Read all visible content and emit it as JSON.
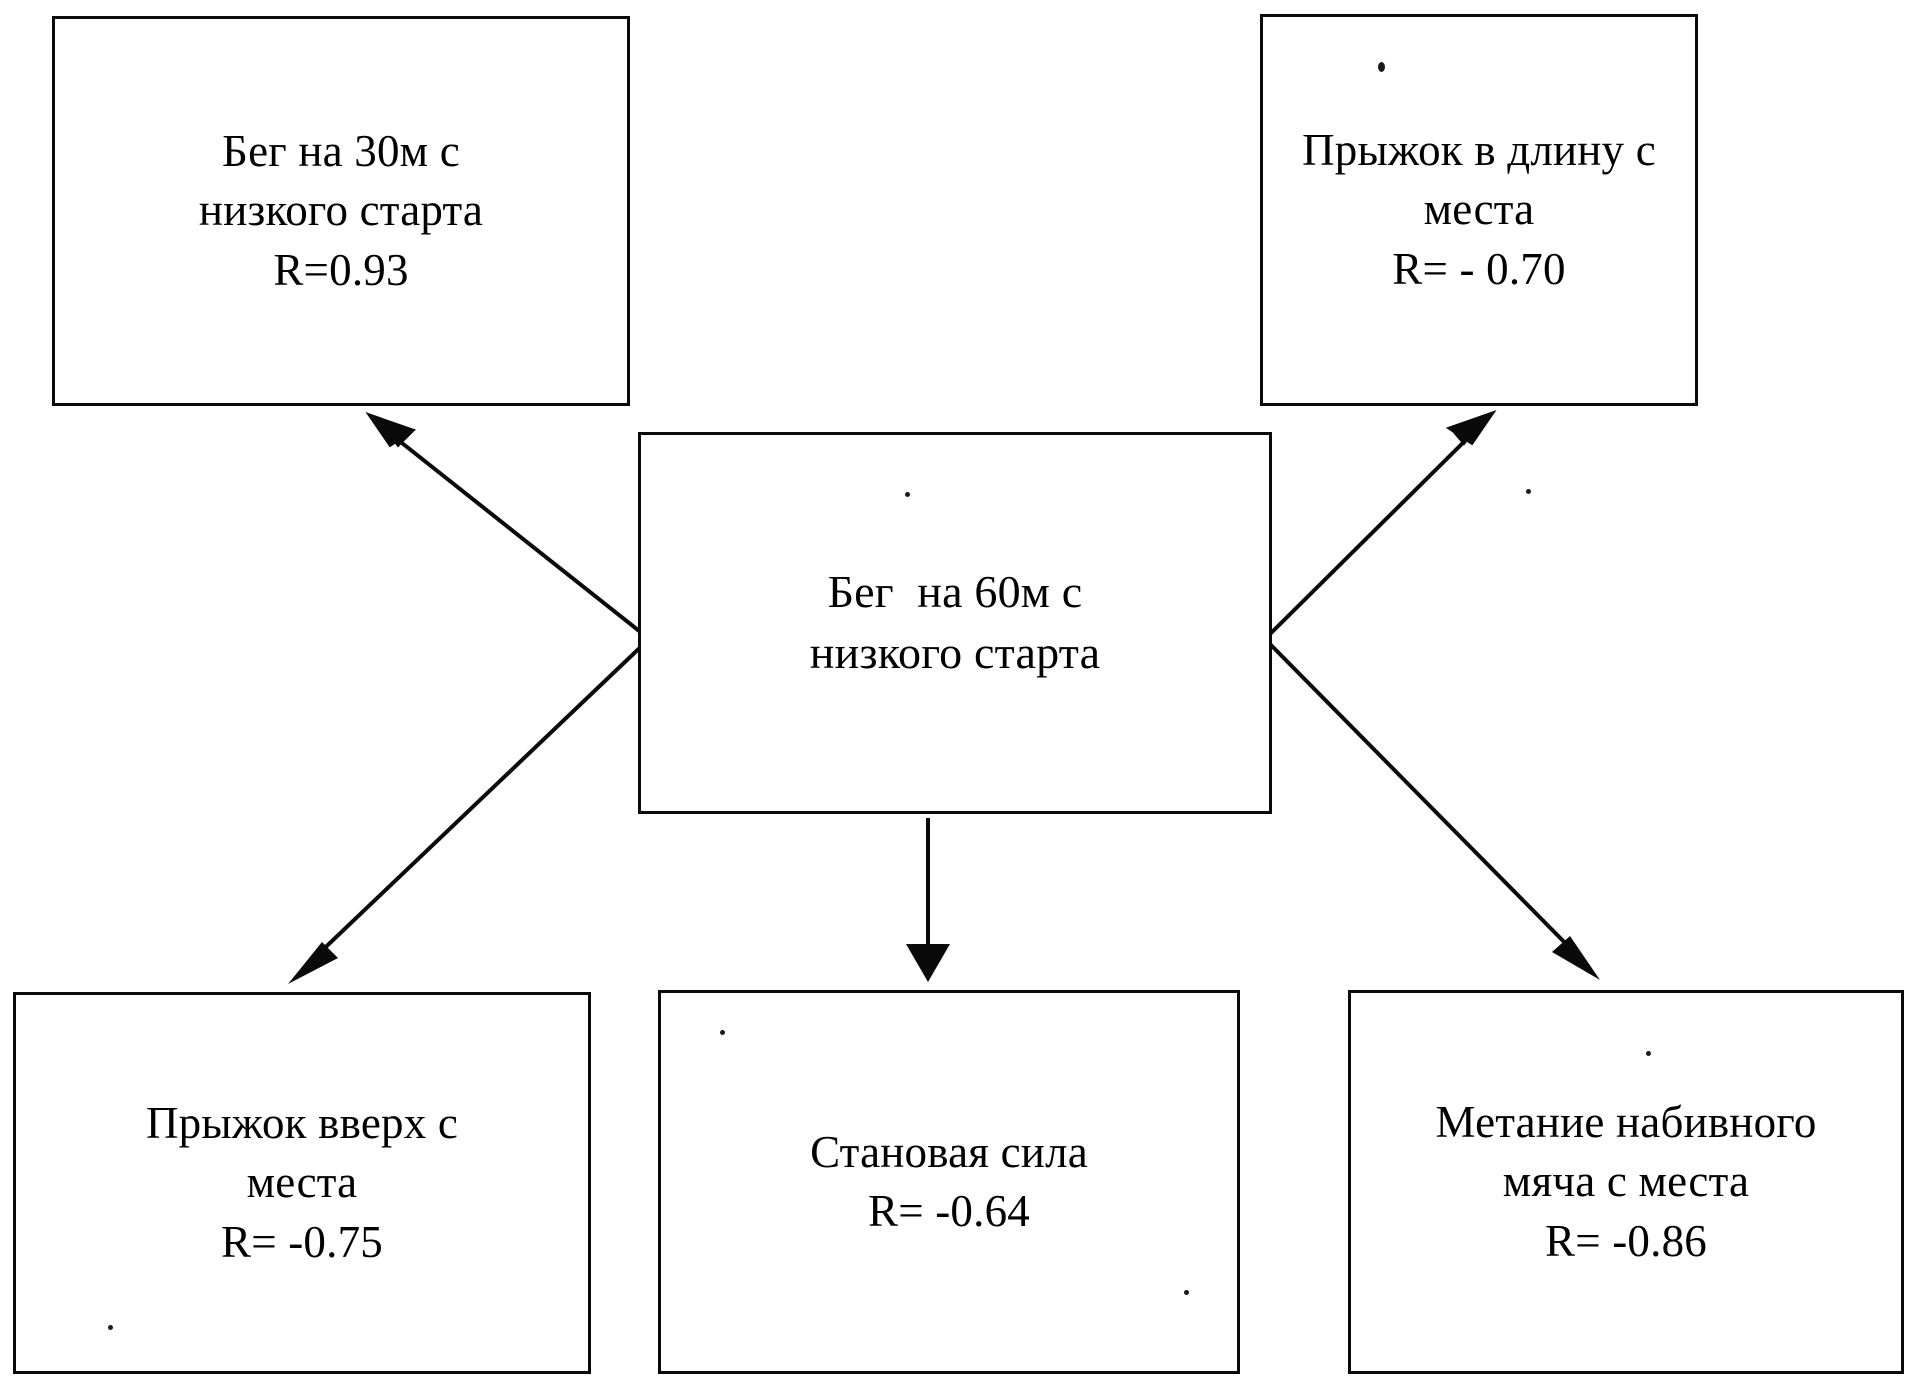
{
  "diagram": {
    "title": "",
    "type": "radial-relationship-diagram",
    "center": {
      "id": "run-60m",
      "lines": [
        "Бег  на 60м с",
        "низкого старта"
      ],
      "label": "Бег  на 60м с низкого старта",
      "correlation": ""
    },
    "nodes": [
      {
        "id": "run-30m",
        "position": "top-left",
        "lines": [
          "Бег на 30м с",
          "низкого старта",
          "R=0.93"
        ],
        "label": "Бег на 30м с низкого старта",
        "correlation": "R=0.93",
        "correlation_value": 0.93
      },
      {
        "id": "long-jump-standing",
        "position": "top-right",
        "lines": [
          "Прыжок в длину с",
          "места",
          "R= - 0.70"
        ],
        "label": "Прыжок в длину с места",
        "correlation": "R= - 0.70",
        "correlation_value": -0.7
      },
      {
        "id": "vertical-jump-standing",
        "position": "bottom-left",
        "lines": [
          "Прыжок вверх с",
          "места",
          "R= -0.75"
        ],
        "label": "Прыжок вверх с места",
        "correlation": "R= -0.75",
        "correlation_value": -0.75
      },
      {
        "id": "deadlift-strength",
        "position": "bottom-center",
        "lines": [
          "Становая сила",
          "R= -0.64"
        ],
        "label": "Становая сила",
        "correlation": "R= -0.64",
        "correlation_value": -0.64
      },
      {
        "id": "medicine-ball-throw",
        "position": "bottom-right",
        "lines": [
          "Метание набивного",
          "мяча с места",
          "R= -0.86"
        ],
        "label": "Метание набивного мяча с места",
        "correlation": "R= -0.86",
        "correlation_value": -0.86
      }
    ],
    "edges": [
      {
        "from": "run-60m",
        "to": "run-30m",
        "direction": "up-left",
        "head": "open"
      },
      {
        "from": "run-60m",
        "to": "long-jump-standing",
        "direction": "up-right",
        "head": "open"
      },
      {
        "from": "run-60m",
        "to": "vertical-jump-standing",
        "direction": "down-left",
        "head": "solid"
      },
      {
        "from": "run-60m",
        "to": "deadlift-strength",
        "direction": "down",
        "head": "solid"
      },
      {
        "from": "run-60m",
        "to": "medicine-ball-throw",
        "direction": "down-right",
        "head": "solid"
      }
    ],
    "colors": {
      "ink": "#0a0a0a",
      "paper": "#ffffff"
    }
  }
}
